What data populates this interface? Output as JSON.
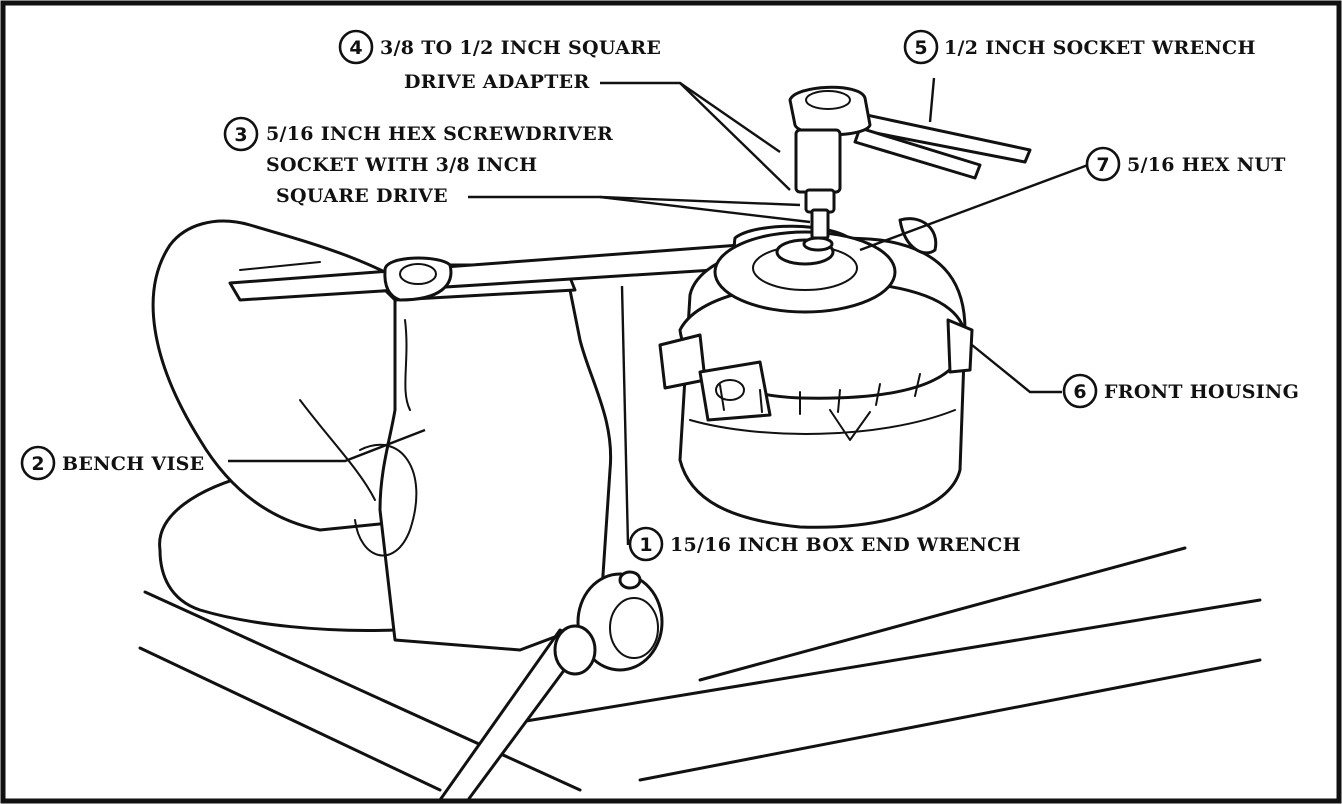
{
  "callouts": [
    {
      "number": "1",
      "lines": [
        "15/16 INCH BOX END WRENCH"
      ]
    },
    {
      "number": "2",
      "lines": [
        "BENCH VISE"
      ]
    },
    {
      "number": "3",
      "lines": [
        "5/16 INCH HEX SCREWDRIVER",
        "SOCKET WITH 3/8 INCH",
        "SQUARE DRIVE"
      ]
    },
    {
      "number": "4",
      "lines": [
        "3/8 TO 1/2 INCH SQUARE",
        "DRIVE ADAPTER"
      ]
    },
    {
      "number": "5",
      "lines": [
        "1/2 INCH SOCKET WRENCH"
      ]
    },
    {
      "number": "6",
      "lines": [
        "FRONT HOUSING"
      ]
    },
    {
      "number": "7",
      "lines": [
        "5/16 HEX NUT"
      ]
    }
  ]
}
